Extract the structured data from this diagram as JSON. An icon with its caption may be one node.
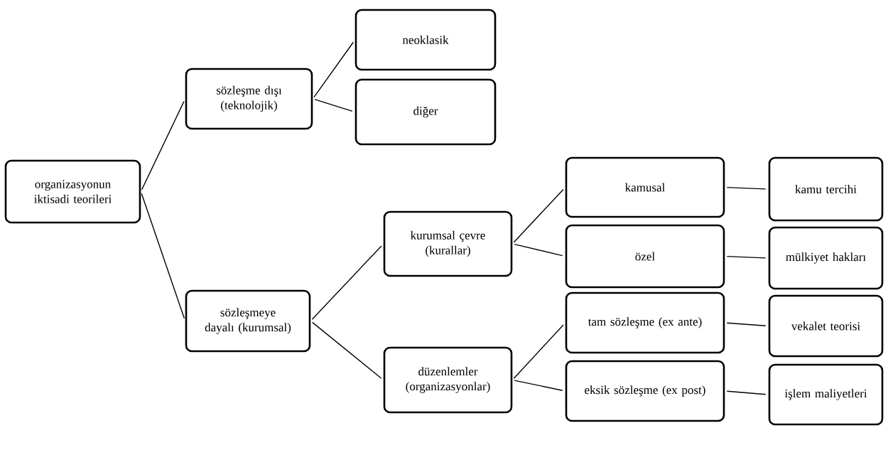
{
  "diagram": {
    "nodes": [
      {
        "text": [
          "organizasyonun iktisadi teorileri"
        ]
      },
      {
        "text": [
          "sözleşme dışı (teknolojik)"
        ]
      },
      {
        "text": [
          "neoklasik"
        ]
      },
      {
        "text": [
          "diğer"
        ]
      },
      {
        "text": [
          "sözleşmeye dayalı (kurumsal)"
        ]
      },
      {
        "text": [
          "kurumsal çevre (kurallar)"
        ]
      },
      {
        "text": [
          "kamusal"
        ]
      },
      {
        "text": [
          "kamu tercihi"
        ]
      },
      {
        "text": [
          "özel"
        ]
      },
      {
        "text": [
          "mülkiyet hakları"
        ]
      },
      {
        "text": [
          "düzenlemler (organizasyonlar)"
        ]
      },
      {
        "text": [
          "tam sözleşme (ex ante)"
        ]
      },
      {
        "text": [
          "vekalet teorisi"
        ]
      },
      {
        "text": [
          "eksik sözleşme (ex post)"
        ]
      },
      {
        "text": [
          "işlem maliyetleri"
        ]
      }
    ],
    "edges": [
      {
        "from": 0,
        "to": 1,
        "arrow": "none"
      },
      {
        "from": 0,
        "to": 4,
        "arrow": "none"
      },
      {
        "from": 1,
        "to": 2,
        "arrow": "none"
      },
      {
        "from": 1,
        "to": 3,
        "arrow": "none"
      },
      {
        "from": 4,
        "to": 5,
        "arrow": "none"
      },
      {
        "from": 4,
        "to": 10,
        "arrow": "none"
      },
      {
        "from": 5,
        "to": 6,
        "arrow": "none"
      },
      {
        "from": 5,
        "to": 8,
        "arrow": "none"
      },
      {
        "from": 6,
        "to": 7,
        "arrow": "none"
      },
      {
        "from": 8,
        "to": 9,
        "arrow": "none"
      },
      {
        "from": 10,
        "to": 11,
        "arrow": "none"
      },
      {
        "from": 10,
        "to": 13,
        "arrow": "none"
      },
      {
        "from": 11,
        "to": 12,
        "arrow": "none"
      },
      {
        "from": 13,
        "to": 14,
        "arrow": "none"
      }
    ]
  }
}
